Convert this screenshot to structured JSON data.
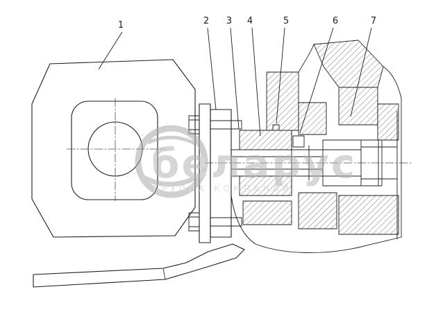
{
  "figure": {
    "type": "parts-drawing",
    "callouts": [
      {
        "label": "1"
      },
      {
        "label": "2"
      },
      {
        "label": "3"
      },
      {
        "label": "4"
      },
      {
        "label": "5"
      },
      {
        "label": "6"
      },
      {
        "label": "7"
      }
    ]
  },
  "watermark": {
    "brand": "беларус",
    "subtitle": "ГРУППА КОМПАНИЙ"
  },
  "colors": {
    "background": "#ffffff",
    "line": "#1b1b1b",
    "watermark": "#b5b5b5"
  }
}
